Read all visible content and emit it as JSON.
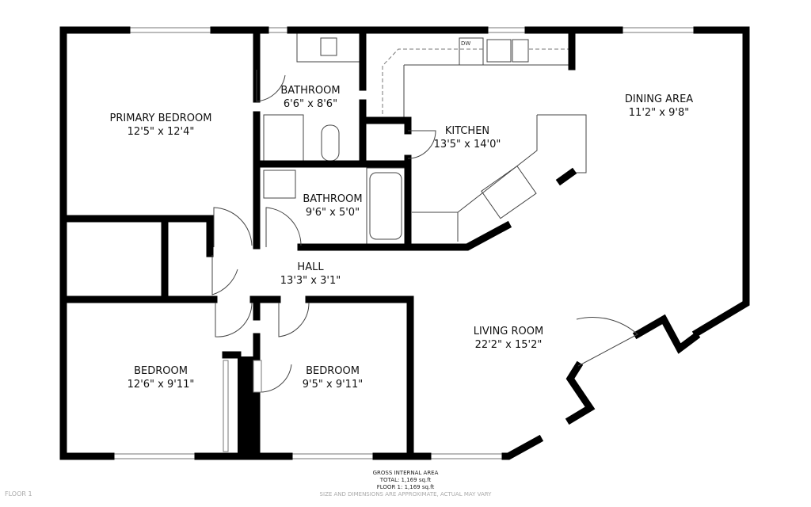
{
  "rooms": [
    {
      "name": "PRIMARY BEDROOM",
      "dims": "12'5\" x 12'4\""
    },
    {
      "name": "BATHROOM",
      "dims": "6'6\" x 8'6\""
    },
    {
      "name": "KITCHEN",
      "dims": "13'5\" x 14'0\""
    },
    {
      "name": "DINING AREA",
      "dims": "11'2\" x 9'8\""
    },
    {
      "name": "BATHROOM",
      "dims": "9'6\" x 5'0\""
    },
    {
      "name": "HALL",
      "dims": "13'3\" x 3'1\""
    },
    {
      "name": "LIVING ROOM",
      "dims": "22'2\" x 15'2\""
    },
    {
      "name": "BEDROOM",
      "dims": "12'6\" x 9'11\""
    },
    {
      "name": "BEDROOM",
      "dims": "9'5\" x 9'11\""
    }
  ],
  "appliance_label": "DW",
  "footer": {
    "title": "GROSS INTERNAL AREA",
    "total": "TOTAL: 1,169 sq.ft",
    "floor1": "FLOOR 1: 1,169 sq.ft",
    "disclaimer": "SIZE AND DIMENSIONS ARE APPROXIMATE, ACTUAL MAY VARY"
  },
  "floor_label": "FLOOR 1"
}
